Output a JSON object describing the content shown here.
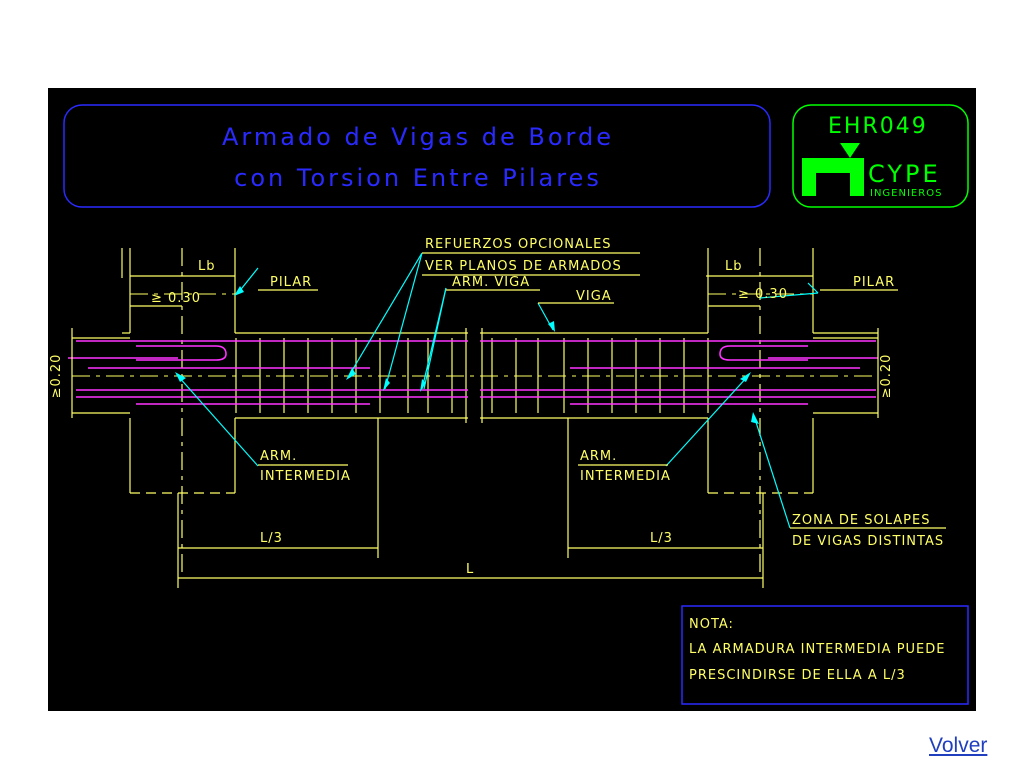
{
  "title": {
    "line1": "Armado de Vigas de Borde",
    "line2": "con Torsion Entre Pilares"
  },
  "logo": {
    "code": "EHR049",
    "brand": "CYPE",
    "sub": "INGENIEROS"
  },
  "labels": {
    "refuerzos_1": "REFUERZOS OPCIONALES",
    "refuerzos_2": "VER PLANOS DE ARMADOS",
    "arm_viga": "ARM. VIGA",
    "viga": "VIGA",
    "pilar_left": "PILAR",
    "pilar_right": "PILAR",
    "lb_left": "Lb",
    "lb_right": "Lb",
    "min030_left": "≥ 0.30",
    "min030_right": "≥ 0.30",
    "min020_left": "≥0.20",
    "min020_right": "≥0.20",
    "arm_int_left_1": "ARM.",
    "arm_int_left_2": "INTERMEDIA",
    "arm_int_right_1": "ARM.",
    "arm_int_right_2": "INTERMEDIA",
    "zona_1": "ZONA DE SOLAPES",
    "zona_2": "DE VIGAS DISTINTAS",
    "l3_left": "L/3",
    "l3_right": "L/3",
    "l_total": "L"
  },
  "note": {
    "heading": "NOTA:",
    "line1": "LA ARMADURA INTERMEDIA PUEDE",
    "line2": "PRESCINDIRSE DE ELLA A L/3"
  },
  "link": {
    "volver": "Volver"
  },
  "colors": {
    "background": "#000000",
    "title_blue": "#2a2aff",
    "logo_green": "#00ff00",
    "dim_yellow": "#ffff66",
    "leader_cyan": "#00ffff",
    "rebar_magenta": "#ff33ff",
    "link_blue": "#1f3fbf"
  }
}
